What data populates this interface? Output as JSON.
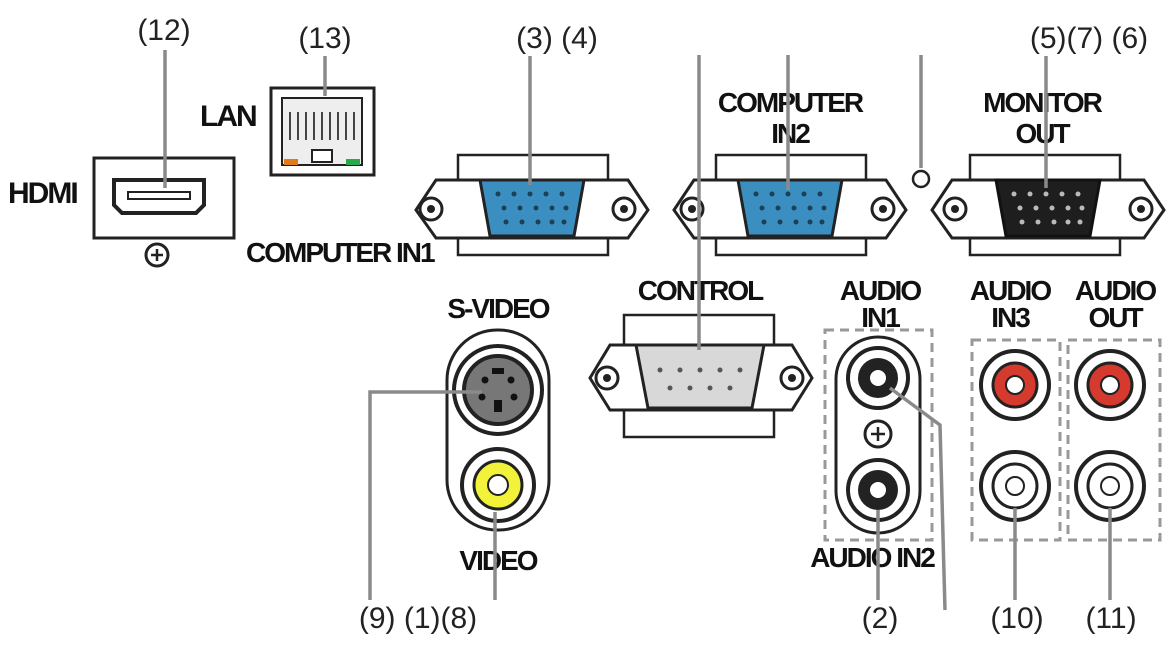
{
  "callouts": {
    "n12": "(12)",
    "n13": "(13)",
    "n3_4": "(3) (4)",
    "n5_7_6": "(5)(7) (6)",
    "n9_1_8": "(9) (1)(8)",
    "n2": "(2)",
    "n10": "(10)",
    "n11": "(11)"
  },
  "ports": {
    "hdmi": "HDMI",
    "lan": "LAN",
    "computer_in1": "COMPUTER IN1",
    "computer_in2_line1": "COMPUTER",
    "computer_in2_line2": "IN2",
    "monitor_out_line1": "MONITOR",
    "monitor_out_line2": "OUT",
    "control": "CONTROL",
    "s_video": "S-VIDEO",
    "video": "VIDEO",
    "audio_in1_line1": "AUDIO",
    "audio_in1_line2": "IN1",
    "audio_in2": "AUDIO IN2",
    "audio_in3_line1": "AUDIO",
    "audio_in3_line2": "IN3",
    "audio_out_line1": "AUDIO",
    "audio_out_line2": "OUT"
  },
  "colors": {
    "vga_blue": "#3a8fc0",
    "monitor_black": "#1e1e1e",
    "rca_red": "#d63a2e",
    "rca_yellow": "#f2f23a",
    "lan_orange": "#e07a1a",
    "lan_green": "#2aa84a"
  }
}
